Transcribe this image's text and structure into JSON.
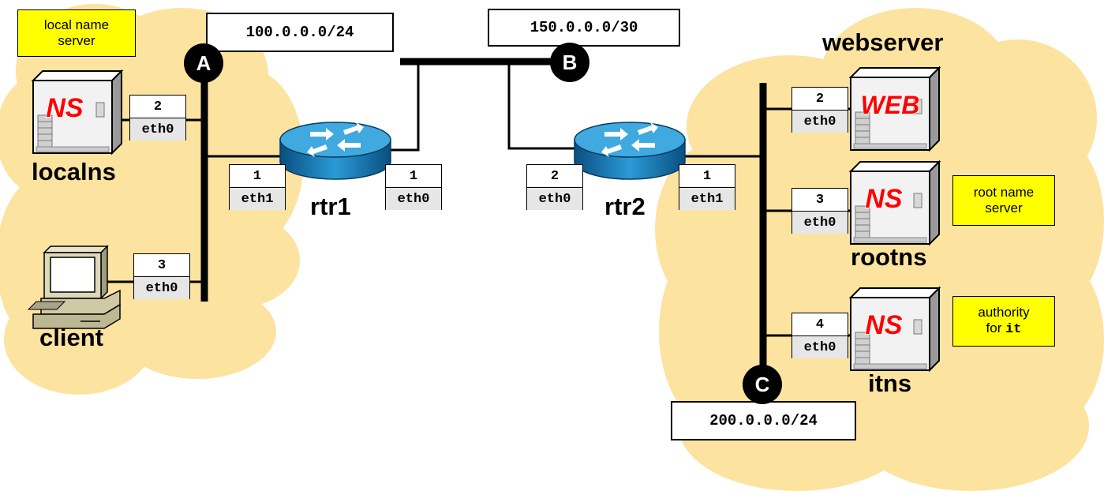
{
  "networks": {
    "A": {
      "letter": "A",
      "subnet": "100.0.0.0/24"
    },
    "B": {
      "letter": "B",
      "subnet": "150.0.0.0/30"
    },
    "C": {
      "letter": "C",
      "subnet": "200.0.0.0/24"
    }
  },
  "notes": {
    "localns": [
      "local name",
      "server"
    ],
    "rootns": [
      "root name",
      "server"
    ],
    "itns": {
      "line1": "authority",
      "line2_prefix": "for ",
      "line2_code": "it"
    }
  },
  "hosts": {
    "localns": {
      "label": "localns",
      "badge": "NS",
      "iface": {
        "num": "2",
        "name": "eth0"
      }
    },
    "client": {
      "label": "client",
      "iface": {
        "num": "3",
        "name": "eth0"
      }
    },
    "webserver": {
      "label": "webserver",
      "badge": "WEB",
      "iface": {
        "num": "2",
        "name": "eth0"
      }
    },
    "rootns": {
      "label": "rootns",
      "badge": "NS",
      "iface": {
        "num": "3",
        "name": "eth0"
      }
    },
    "itns": {
      "label": "itns",
      "badge": "NS",
      "iface": {
        "num": "4",
        "name": "eth0"
      }
    }
  },
  "routers": {
    "rtr1": {
      "label": "rtr1",
      "ifaces": [
        {
          "num": "1",
          "name": "eth1"
        },
        {
          "num": "1",
          "name": "eth0"
        }
      ]
    },
    "rtr2": {
      "label": "rtr2",
      "ifaces": [
        {
          "num": "2",
          "name": "eth0"
        },
        {
          "num": "1",
          "name": "eth1"
        }
      ]
    }
  },
  "colors": {
    "cloud": "#fde3a0",
    "note": "#ffff00",
    "router": "#1a8cc4",
    "badge": "#ff0000"
  }
}
